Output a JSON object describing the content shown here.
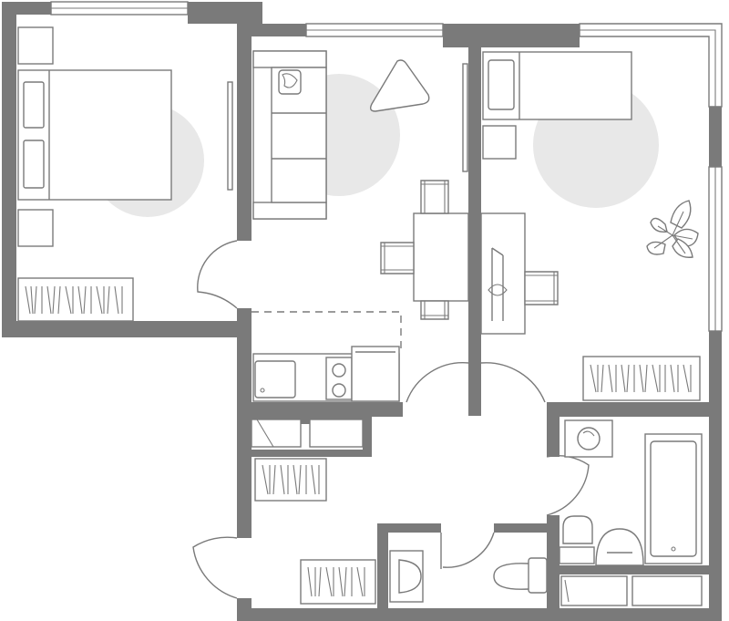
{
  "plan": {
    "colors": {
      "wall": "#7a7a7a",
      "rug": "#e8e8e8",
      "background": "#ffffff"
    },
    "rooms": [
      "bedroom",
      "living-room",
      "kitchen",
      "second-bedroom",
      "hallway",
      "bathroom",
      "toilet"
    ]
  }
}
